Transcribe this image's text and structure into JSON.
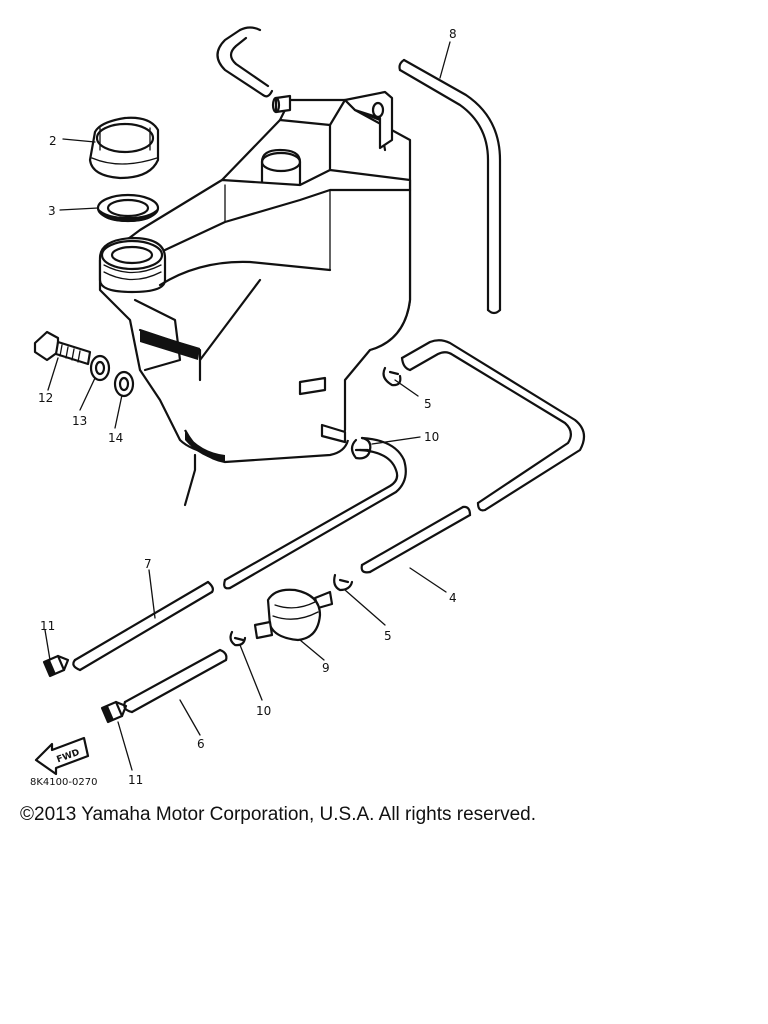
{
  "diagram": {
    "callouts": {
      "c2": "2",
      "c3": "3",
      "c4": "4",
      "c5a": "5",
      "c5b": "5",
      "c6": "6",
      "c7": "7",
      "c8": "8",
      "c9": "9",
      "c10a": "10",
      "c10b": "10",
      "c11a": "11",
      "c11b": "11",
      "c12": "12",
      "c13": "13",
      "c14": "14"
    },
    "fwd_label": "FWD",
    "drawing_code": "8K4100-0270"
  },
  "footer": {
    "copyright": "©2013 Yamaha Motor Corporation, U.S.A. All rights reserved."
  }
}
